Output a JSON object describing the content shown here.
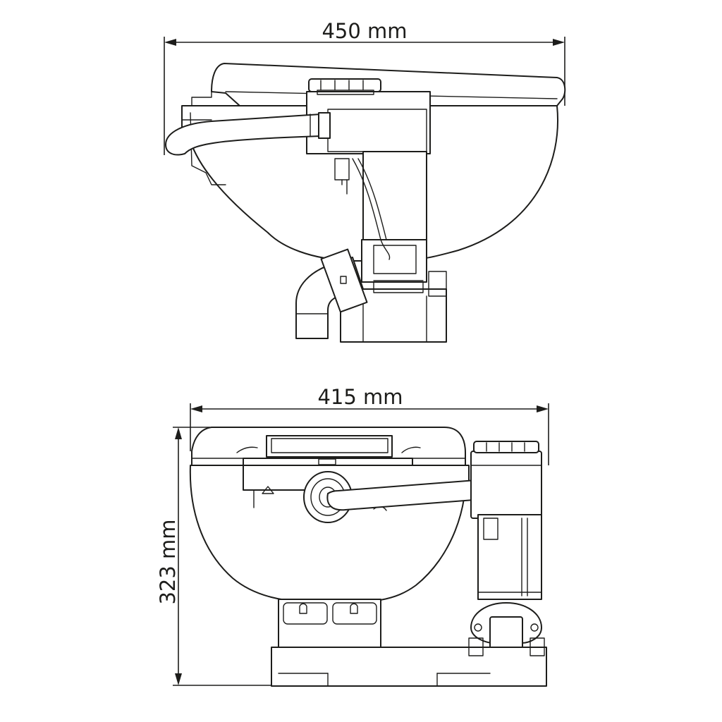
{
  "dimensions": {
    "side_width": "450 mm",
    "front_width": "415 mm",
    "height": "323 mm"
  },
  "colors": {
    "line": "#1d1d1b",
    "background": "#ffffff"
  }
}
